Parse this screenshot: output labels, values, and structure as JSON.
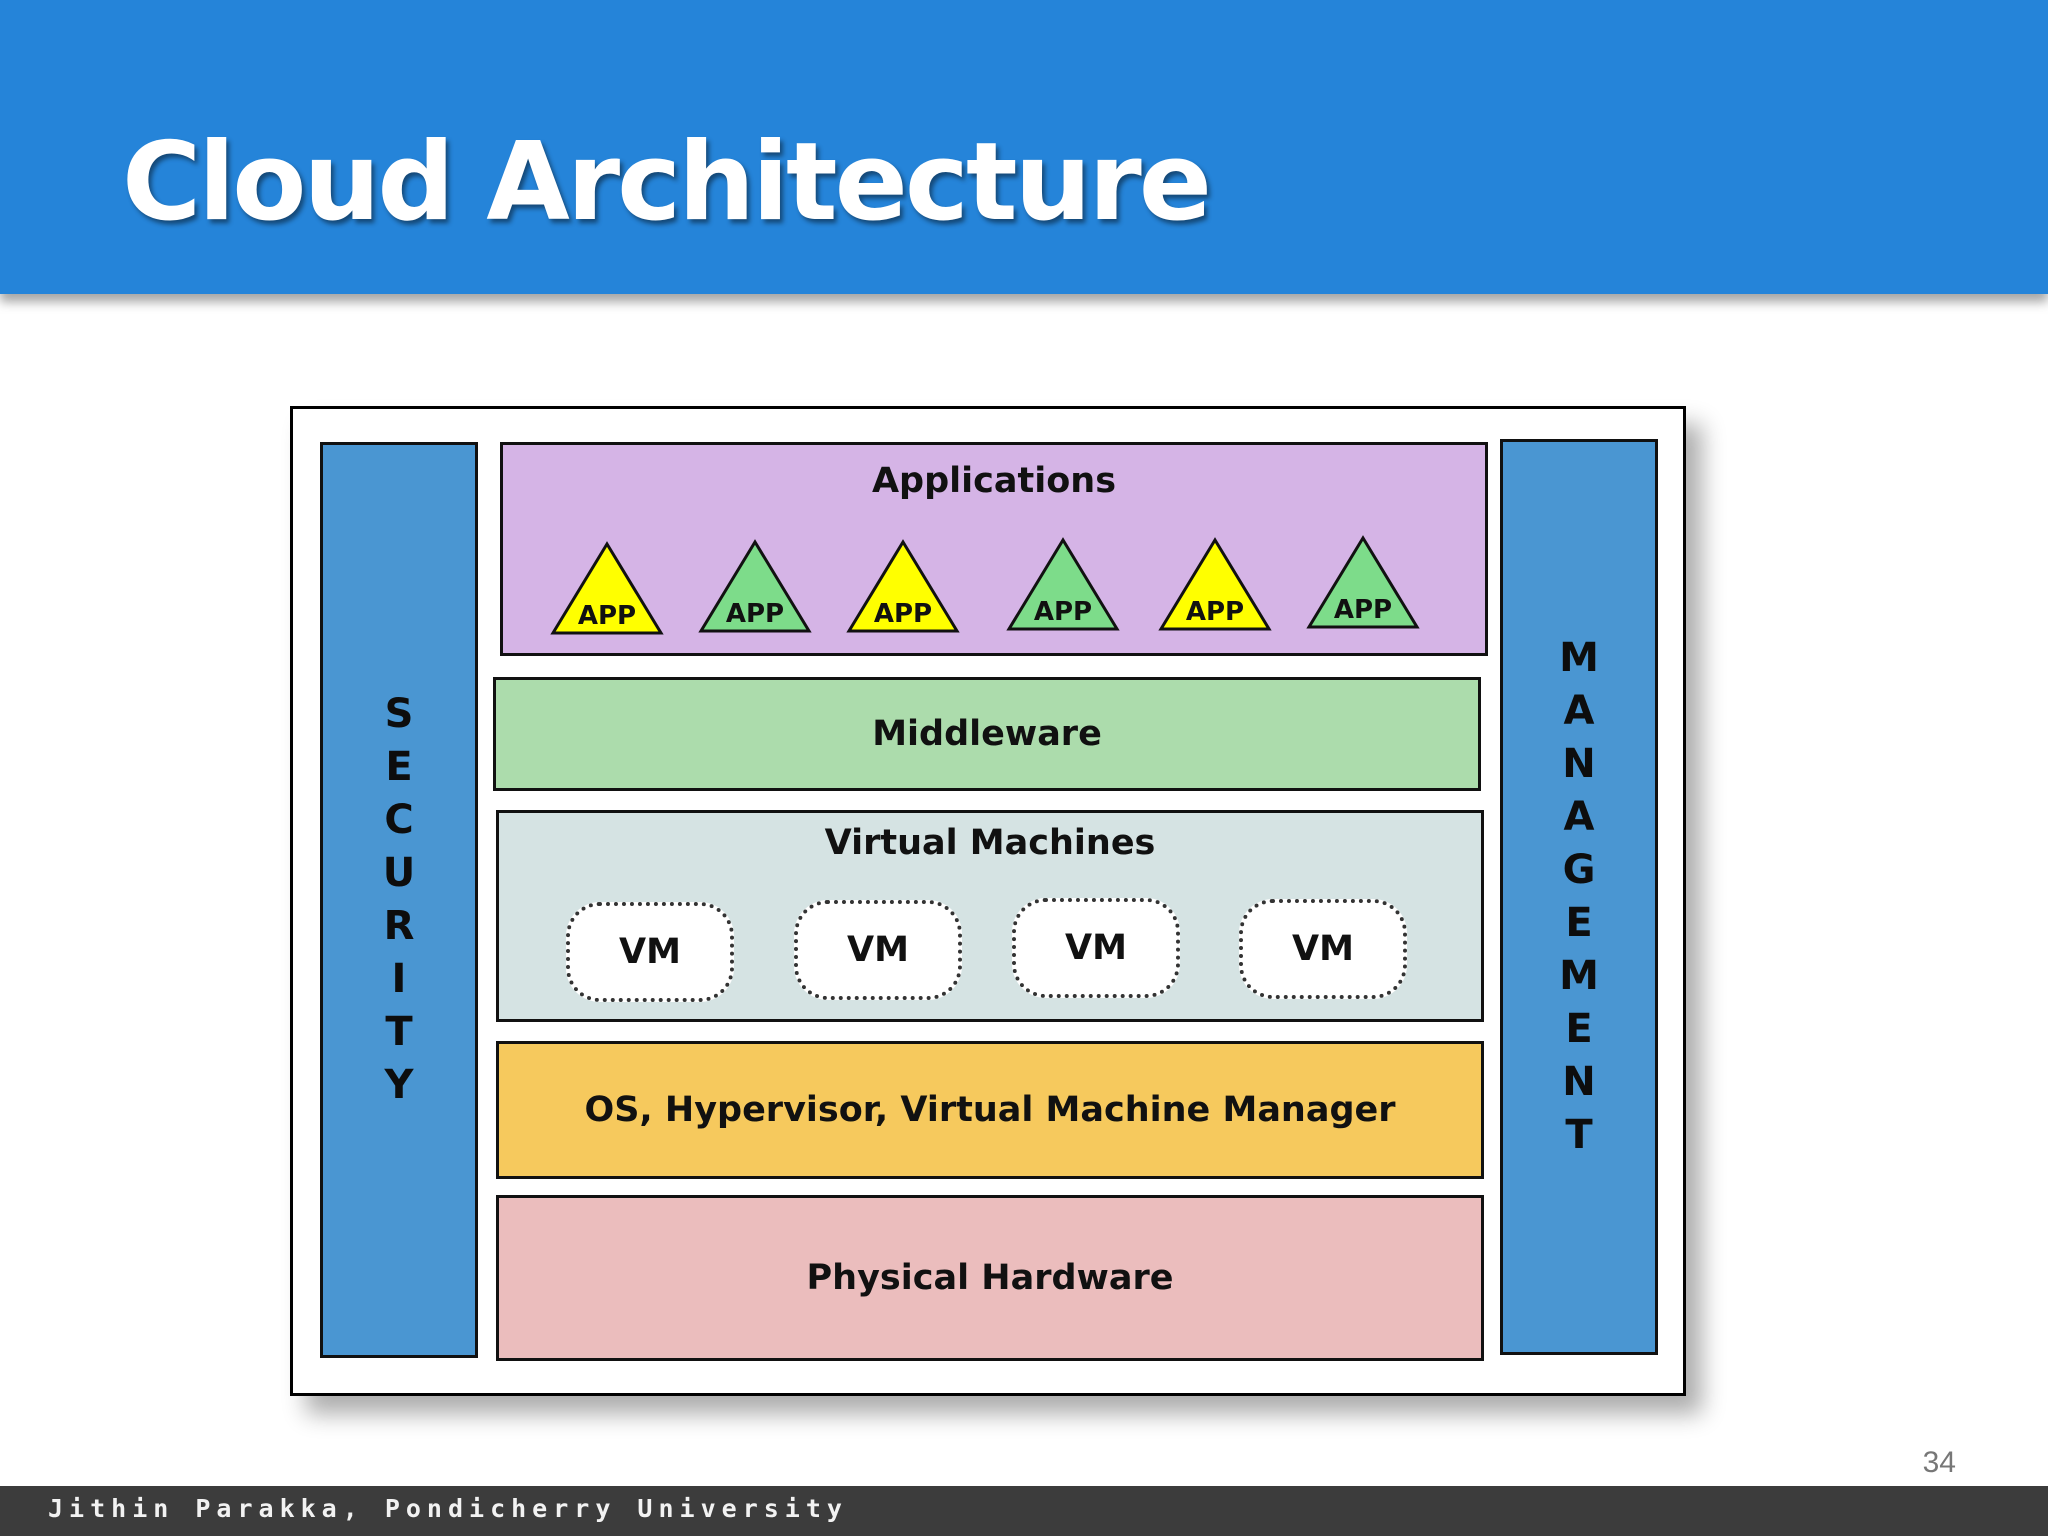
{
  "slide": {
    "title": "Cloud Architecture",
    "page_number": "34",
    "footer": "Jithin Parakka, Pondicherry University"
  },
  "diagram": {
    "security_label": "SECURITY",
    "management_label": "MANAGEMENT",
    "applications": {
      "title": "Applications",
      "apps": [
        {
          "label": "APP",
          "color": "#ffff00"
        },
        {
          "label": "APP",
          "color": "#7ddc8a"
        },
        {
          "label": "APP",
          "color": "#ffff00"
        },
        {
          "label": "APP",
          "color": "#7ddc8a"
        },
        {
          "label": "APP",
          "color": "#ffff00"
        },
        {
          "label": "APP",
          "color": "#7ddc8a"
        }
      ]
    },
    "middleware": {
      "title": "Middleware"
    },
    "virtual_machines": {
      "title": "Virtual Machines",
      "vms": [
        "VM",
        "VM",
        "VM",
        "VM"
      ]
    },
    "os_layer": {
      "title": "OS, Hypervisor, Virtual Machine Manager"
    },
    "hardware": {
      "title": "Physical Hardware"
    },
    "colors": {
      "side_bars": "#4a96d2",
      "applications": "#d5b4e6",
      "middleware": "#acdcac",
      "virtual_machines": "#d5e3e3",
      "os_layer": "#f6c95d",
      "hardware": "#ebbdbd"
    }
  }
}
